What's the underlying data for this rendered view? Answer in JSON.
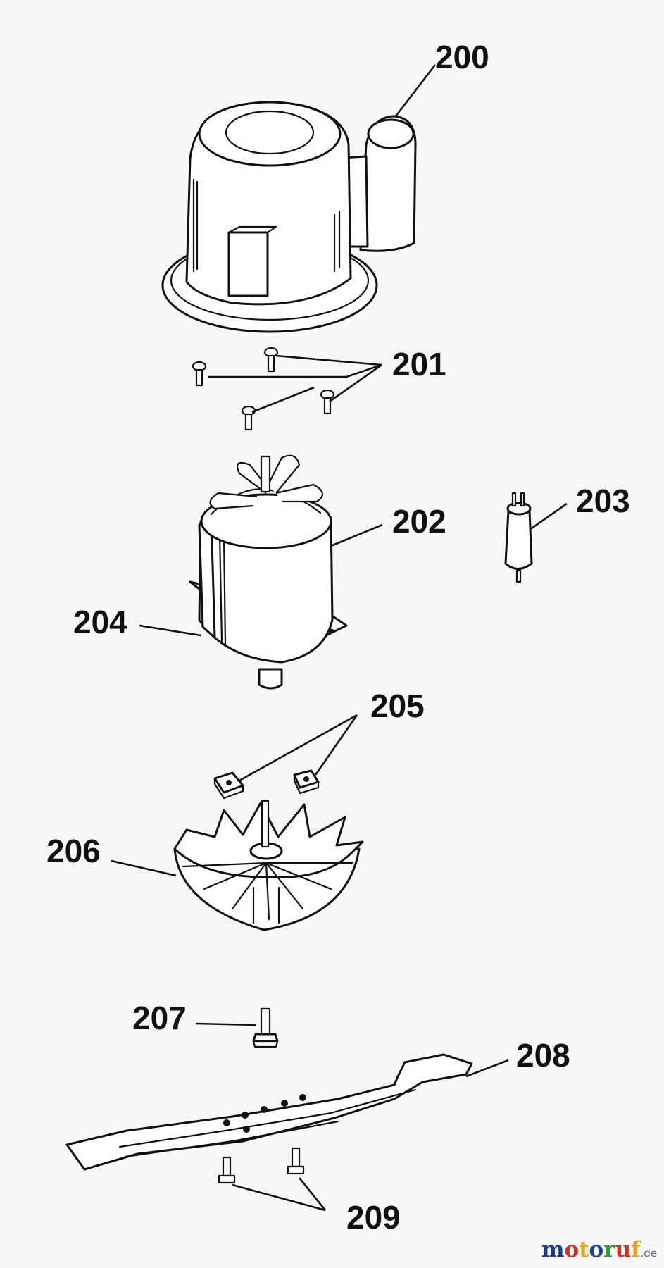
{
  "parts": [
    {
      "number": "200",
      "description_icon": "motor-housing-cover"
    },
    {
      "number": "201",
      "description_icon": "screw"
    },
    {
      "number": "202",
      "description_icon": "electric-motor"
    },
    {
      "number": "203",
      "description_icon": "capacitor"
    },
    {
      "number": "204",
      "description_icon": "motor-bracket"
    },
    {
      "number": "205",
      "description_icon": "square-nut"
    },
    {
      "number": "206",
      "description_icon": "fan-impeller"
    },
    {
      "number": "207",
      "description_icon": "blade-bolt"
    },
    {
      "number": "208",
      "description_icon": "mower-blade"
    },
    {
      "number": "209",
      "description_icon": "screw"
    }
  ],
  "watermark": {
    "letters": [
      "m",
      "o",
      "t",
      "o",
      "r",
      "u",
      "f"
    ],
    "colors": [
      "#1a3f8f",
      "#d62a1e",
      "#e8a318",
      "#1a3f8f",
      "#2e9a3a",
      "#d62a1e",
      "#e8a318"
    ],
    "suffix": ".de"
  }
}
